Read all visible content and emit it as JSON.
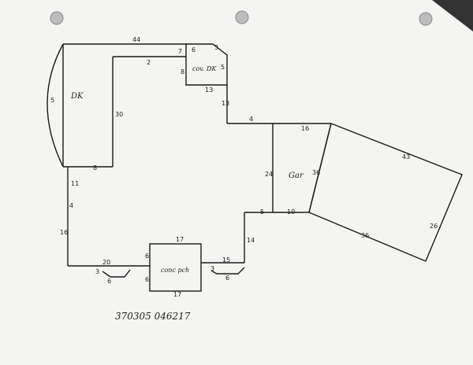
{
  "labels": {
    "dk": "DK",
    "dk_side": "5",
    "top_44": "44",
    "top_inner_7": "7",
    "inner_top_2": "2",
    "left_30": "30",
    "dk_bottom_8": "8",
    "cov_top_6": "6",
    "cov_corner_3": "3",
    "cov_left_8": "8",
    "cov_right_5": "5",
    "cov_bottom_13": "13",
    "cov_dk": "cov. DK",
    "down_13": "13",
    "step_4": "4",
    "left_11": "11",
    "left_4": "4",
    "left_16": "16",
    "bottom_20": "20",
    "step_3_left": "3",
    "step_6_left": "6",
    "pch_top_17": "17",
    "pch_left_6a": "6",
    "pch_left_6b": "6",
    "pch_bottom_17": "17",
    "conc_pch": "conc pch",
    "step_3_right": "3",
    "bottom_15": "15",
    "step_6_right": "6",
    "right_14": "14",
    "mid_5": "5",
    "mid_10": "10",
    "mid_24": "24",
    "mid_top_16": "16",
    "garage": "Gar",
    "gar_36": "36",
    "rect_43": "43",
    "rect_26": "26",
    "rect_36b": "36",
    "id_number": "370305 046217"
  },
  "colors": {
    "paper": "#f4f4f2",
    "ink": "#1a1a1a"
  }
}
